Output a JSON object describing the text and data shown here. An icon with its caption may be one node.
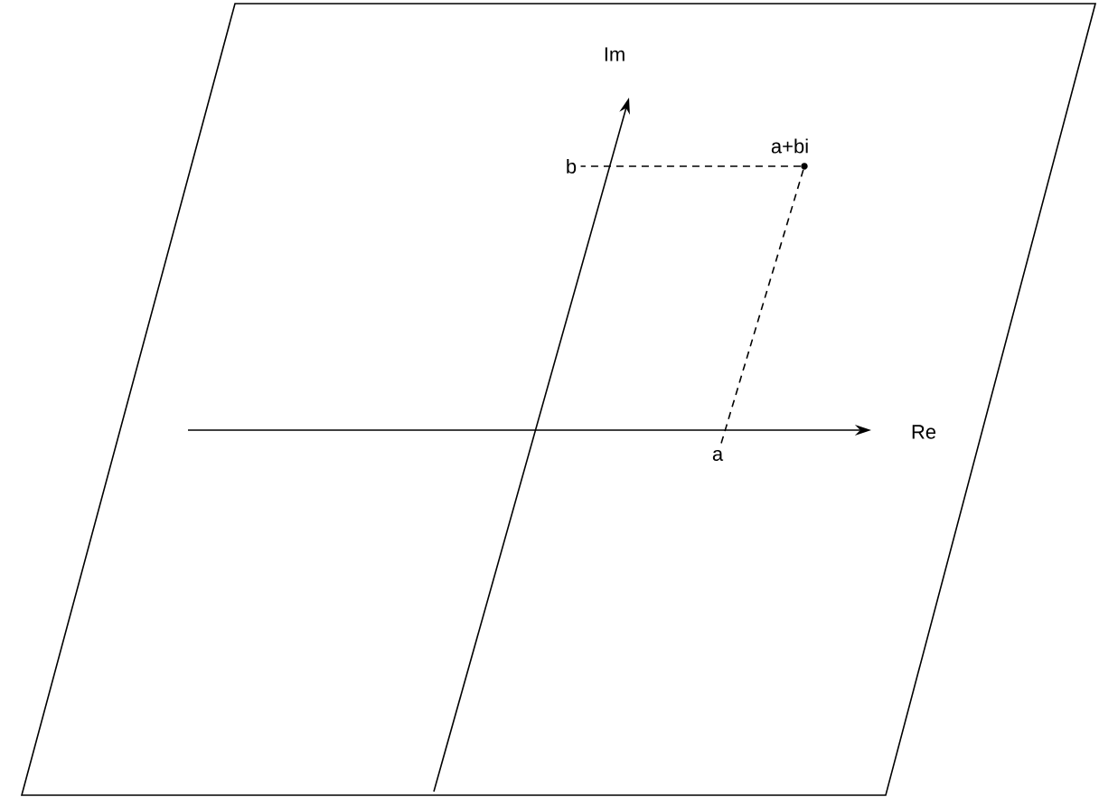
{
  "diagram": {
    "nodes": [
      {
        "text": [
          "a+bi"
        ]
      },
      {
        "text": [
          "b"
        ]
      },
      {
        "text": [
          "a"
        ]
      }
    ],
    "edges": [
      {
        "from": 0,
        "to": 1,
        "arrow": "none",
        "style": "dashed"
      },
      {
        "from": 0,
        "to": 2,
        "arrow": "none",
        "style": "dashed"
      }
    ],
    "labels": [
      "Im",
      "Re"
    ]
  }
}
